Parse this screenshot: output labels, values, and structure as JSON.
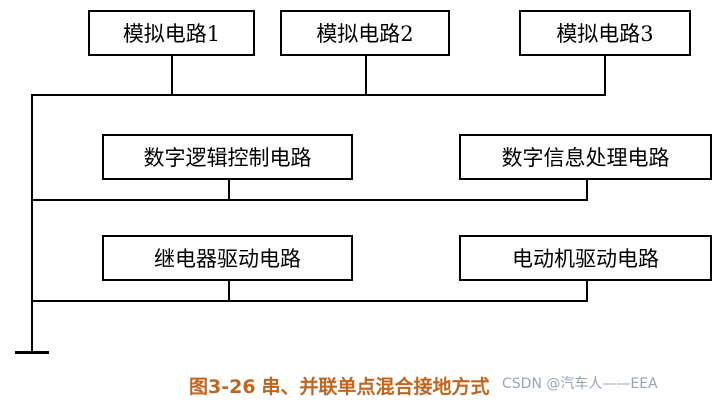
{
  "blocks": {
    "analog_1": "模拟电路1",
    "analog_2": "模拟电路2",
    "analog_3": "模拟电路3",
    "digital_logic": "数字逻辑控制电路",
    "digital_signal": "数字信息处理电路",
    "relay_drive": "继电器驱动电路",
    "motor_drive": "电动机驱动电路"
  },
  "caption": {
    "figure_number": "图3-26",
    "title": "串、并联单点混合接地方式"
  },
  "watermark": "CSDN @汽车人——EEA",
  "colors": {
    "line": "#000000",
    "caption": "#c0651f",
    "watermark": "#9aa3b3"
  }
}
